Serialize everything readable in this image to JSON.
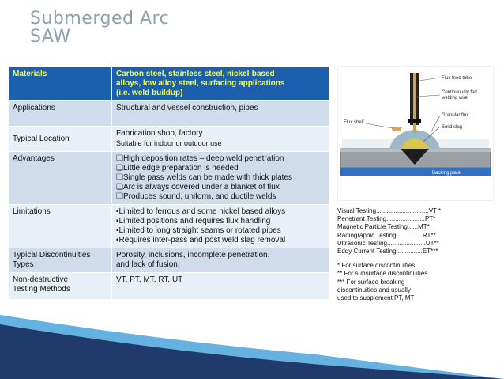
{
  "title": {
    "line1": "Submerged Arc",
    "line2": "SAW"
  },
  "table": {
    "header": {
      "label": "Materials",
      "value_line1": "Carbon steel, stainless steel, nickel-based",
      "value_line2": "alloys, low alloy steel, surfacing applications",
      "value_line3": "(i.e. weld buildup)"
    },
    "applications": {
      "label": "Applications",
      "value": "Structural and vessel construction, pipes"
    },
    "location": {
      "label": "Typical Location",
      "value": "Fabrication shop, factory",
      "note": "Suitable for indoor or outdoor use"
    },
    "advantages": {
      "label": "Advantages",
      "items": [
        "❑High deposition rates – deep weld penetration",
        "❑Little edge preparation is needed",
        "❑Single pass welds can be made with thick plates",
        "❑Arc is always covered under a blanket of flux",
        "❑Produces sound, uniform, and ductile welds"
      ]
    },
    "limitations": {
      "label": "Limitations",
      "items": [
        "▪Limited to ferrous and some nickel based alloys",
        "▪Limited positions and requires flux handling",
        "▪Limited to long straight seams or rotated pipes",
        "▪Requires inter-pass and post weld slag removal"
      ]
    },
    "discontinuities": {
      "label_line1": "Typical Discontinuities",
      "label_line2": "Types",
      "value_line1": "Porosity, inclusions, incomplete penetration,",
      "value_line2": "and lack of fusion."
    },
    "ndt": {
      "label_line1": "Non-destructive",
      "label_line2": "Testing Methods",
      "value": "VT, PT, MT, RT, UT"
    }
  },
  "figure": {
    "flux_feed_tube": "Flux feed tube",
    "welding_wire_1": "Continuously fed",
    "welding_wire_2": "welding wire",
    "flux_shelf": "Flux shelf",
    "granular_flux": "Granular flux",
    "solid_slag": "Solid slag",
    "backing_plate": "Backing plate"
  },
  "legend": {
    "methods": [
      "Visual Testing..............................VT *",
      "Penetrant Testing......................PT*",
      "Magnetic Particle Testing......MT*",
      "Radiographic Testing...............RT**",
      "Ultrasonic Testing......................UT**",
      "Eddy Current Testing...............ET***"
    ],
    "notes": [
      "* For surface discontinuities",
      "** For subsurface discontinuities",
      "*** For surface-breaking",
      "discontinuities and usually",
      "used to supplement PT, MT"
    ]
  },
  "colors": {
    "header_bg": "#1b5fae",
    "header_text": "#ffff33",
    "row_alt": "#cfdcec",
    "row_plain": "#e9eff7",
    "title": "#8fa1ad",
    "accent_navy": "#1f3a6b",
    "accent_blue": "#4aa3d9"
  }
}
